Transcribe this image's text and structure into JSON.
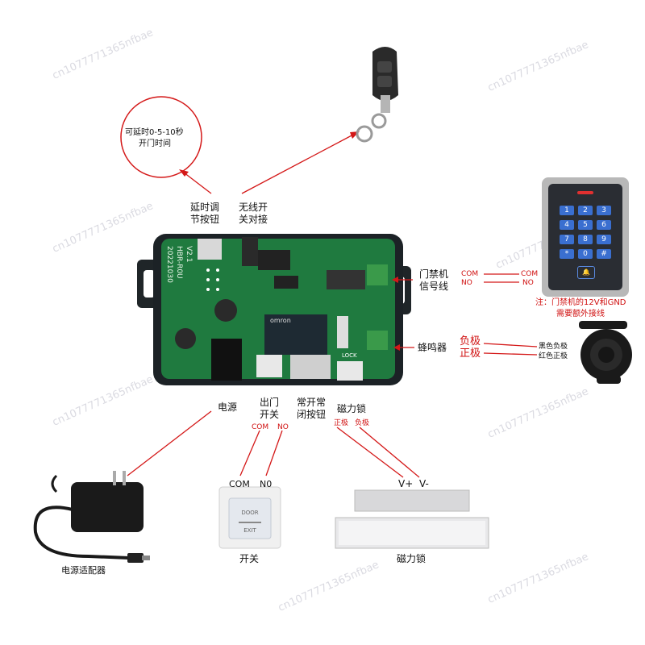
{
  "watermark": "cn1077771365nfbae",
  "delay_bubble": {
    "line1": "可延时0-5-10秒",
    "line2": "开门时间"
  },
  "delay_button": {
    "line1": "延时调",
    "line2": "节按钮"
  },
  "wireless_pair": {
    "line1": "无线开",
    "line2": "关对接"
  },
  "board": {
    "model": "HBR-R0U",
    "date": "20221030",
    "version": "V2.1",
    "brand": "omron",
    "lock_label": "LOCK"
  },
  "access_signal": {
    "line1": "门禁机",
    "line2": "信号线"
  },
  "access_terminals": {
    "com": "COM",
    "no": "NO"
  },
  "keypad_terminals": {
    "com": "COM",
    "no": "NO"
  },
  "keypad_note": {
    "line1": "注：门禁机的12V和GND",
    "line2": "需要额外接线"
  },
  "keypad_keys": [
    "1",
    "2",
    "3",
    "4",
    "5",
    "6",
    "7",
    "8",
    "9",
    "*",
    "0",
    "#"
  ],
  "buzzer": {
    "label": "蜂鸣器",
    "neg": "负极",
    "pos": "正极",
    "black": "黑色负极",
    "red": "红色正极"
  },
  "power": {
    "label": "电源",
    "adapter": "电源适配器"
  },
  "exit_switch": {
    "line1": "出门",
    "line2": "开关",
    "com": "COM",
    "no": "NO",
    "com2": "COM",
    "no2": "N0",
    "name": "开关",
    "plate_top": "DOOR",
    "plate_bottom": "EXIT"
  },
  "nc_button": {
    "line1": "常开常",
    "line2": "闭按钮"
  },
  "maglock": {
    "label": "磁力锁",
    "pos": "正极",
    "neg": "负极",
    "vplus": "V+",
    "vminus": "V-",
    "name": "磁力锁"
  }
}
